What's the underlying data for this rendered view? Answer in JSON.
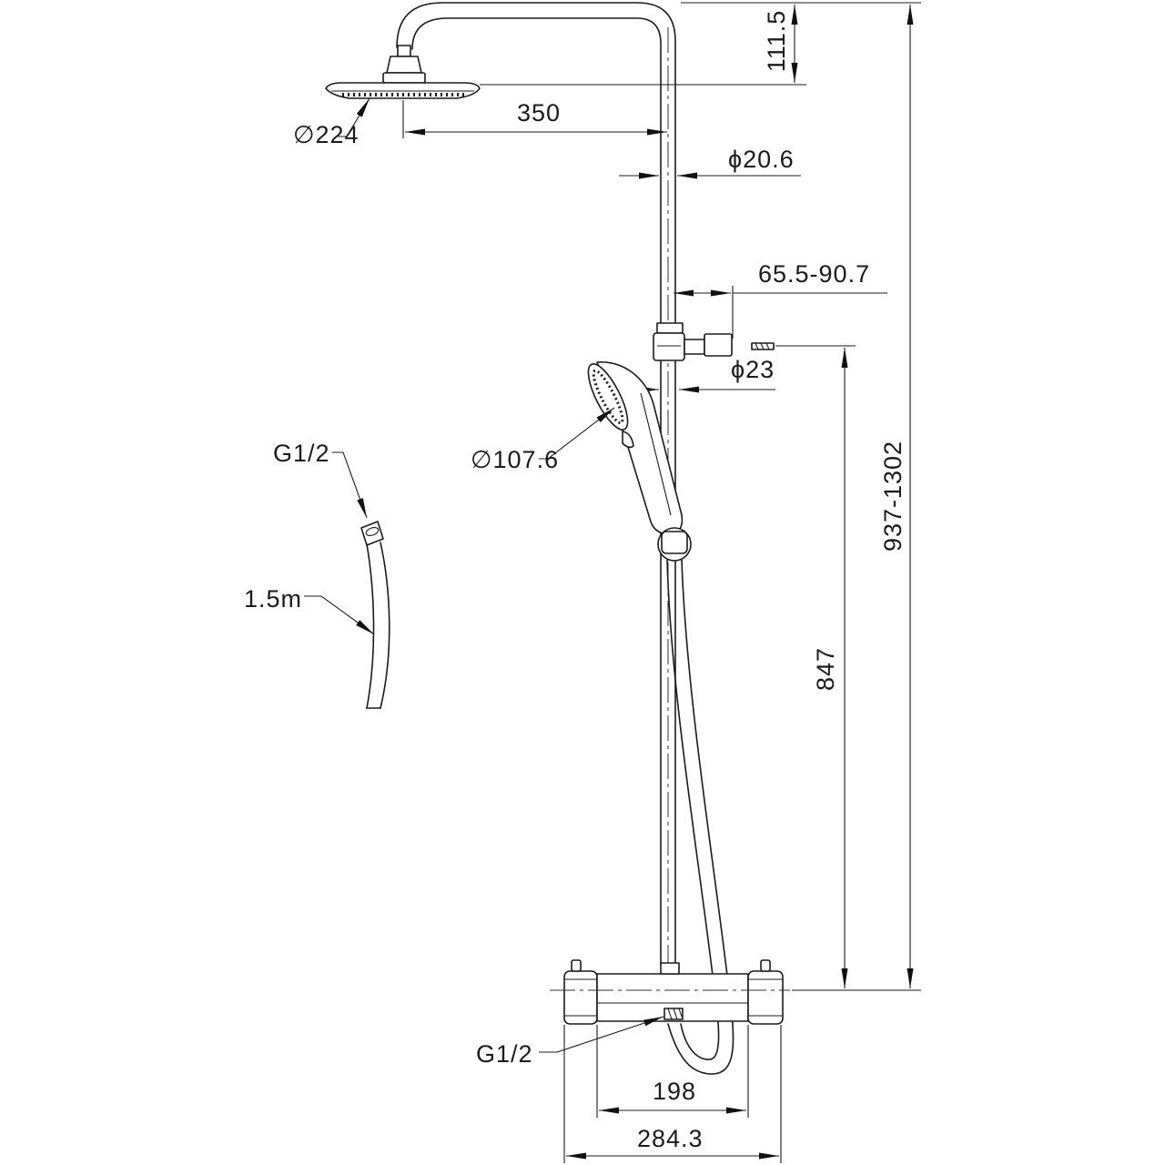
{
  "diagram": {
    "dimensions": {
      "top_offset": "111.5",
      "arm_length": "350",
      "overhead_diameter": "∅224",
      "rail_diameter": "ϕ20.6",
      "bracket_range": "65.5-90.7",
      "bracket_diameter": "ϕ23",
      "hand_diameter": "∅107.6",
      "bracket_height": "847",
      "total_height": "937-1302",
      "inlet_spacing": "198",
      "valve_width": "284.3"
    },
    "labels": {
      "hose_thread": "G1/2",
      "hose_length": "1.5m",
      "outlet_thread": "G1/2"
    },
    "colors": {
      "line": "#1b1b1b",
      "background": "#ffffff"
    }
  }
}
